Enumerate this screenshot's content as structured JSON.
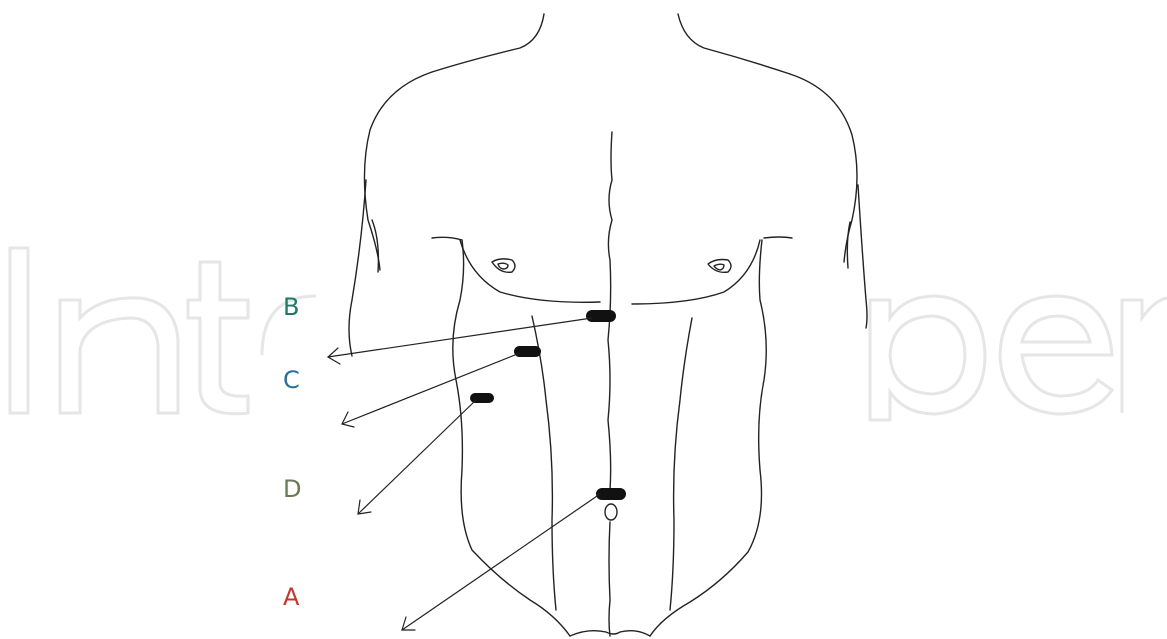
{
  "labels": {
    "b": {
      "text": "B",
      "color": "#1b7a68"
    },
    "c": {
      "text": "C",
      "color": "#2a6f97"
    },
    "d": {
      "text": "D",
      "color": "#6b7a55"
    },
    "a": {
      "text": "A",
      "color": "#c0392b"
    }
  },
  "watermark": {
    "text": "IntechOpen",
    "color": "#eeeeee"
  },
  "colors": {
    "outline": "#222222",
    "marker": "#111111",
    "arrow": "#222222"
  }
}
